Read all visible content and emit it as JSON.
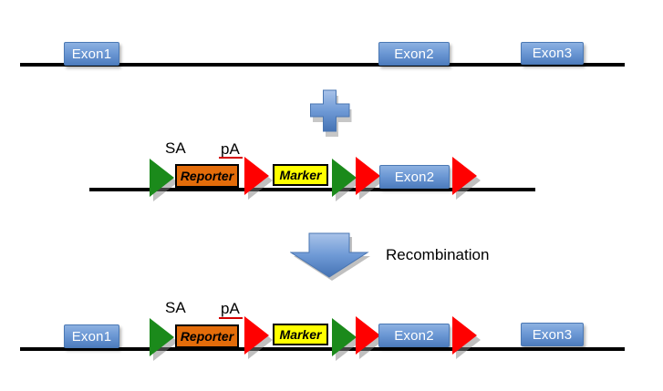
{
  "diagram": {
    "row1_genomic_locus": {
      "exons": [
        "Exon1",
        "Exon2",
        "Exon3"
      ]
    },
    "plus_operator": {
      "icon": "plus-icon"
    },
    "row2_targeting_vector": {
      "sa_label": "SA",
      "pa_label": "pA",
      "reporter_label": "Reporter",
      "marker_label": "Marker",
      "exon2_label": "Exon2",
      "site_icons": [
        "green-triangle-icon",
        "red-triangle-icon"
      ]
    },
    "recombination_step": {
      "arrow_icon": "down-arrow-icon",
      "label": "Recombination"
    },
    "row3_recombined_locus": {
      "exon1_label": "Exon1",
      "sa_label": "SA",
      "pa_label": "pA",
      "reporter_label": "Reporter",
      "marker_label": "Marker",
      "exon2_label": "Exon2",
      "exon3_label": "Exon3"
    },
    "colors": {
      "exon_blue": "#4F81BD",
      "reporter_orange": "#E36C0A",
      "marker_yellow": "#FFFF00",
      "site_green": "#1B8A1B",
      "site_red": "#FF0000",
      "operator_blue": "#6B97D4",
      "pa_underline_red": "#D40000",
      "dna_line_black": "#000000"
    }
  }
}
